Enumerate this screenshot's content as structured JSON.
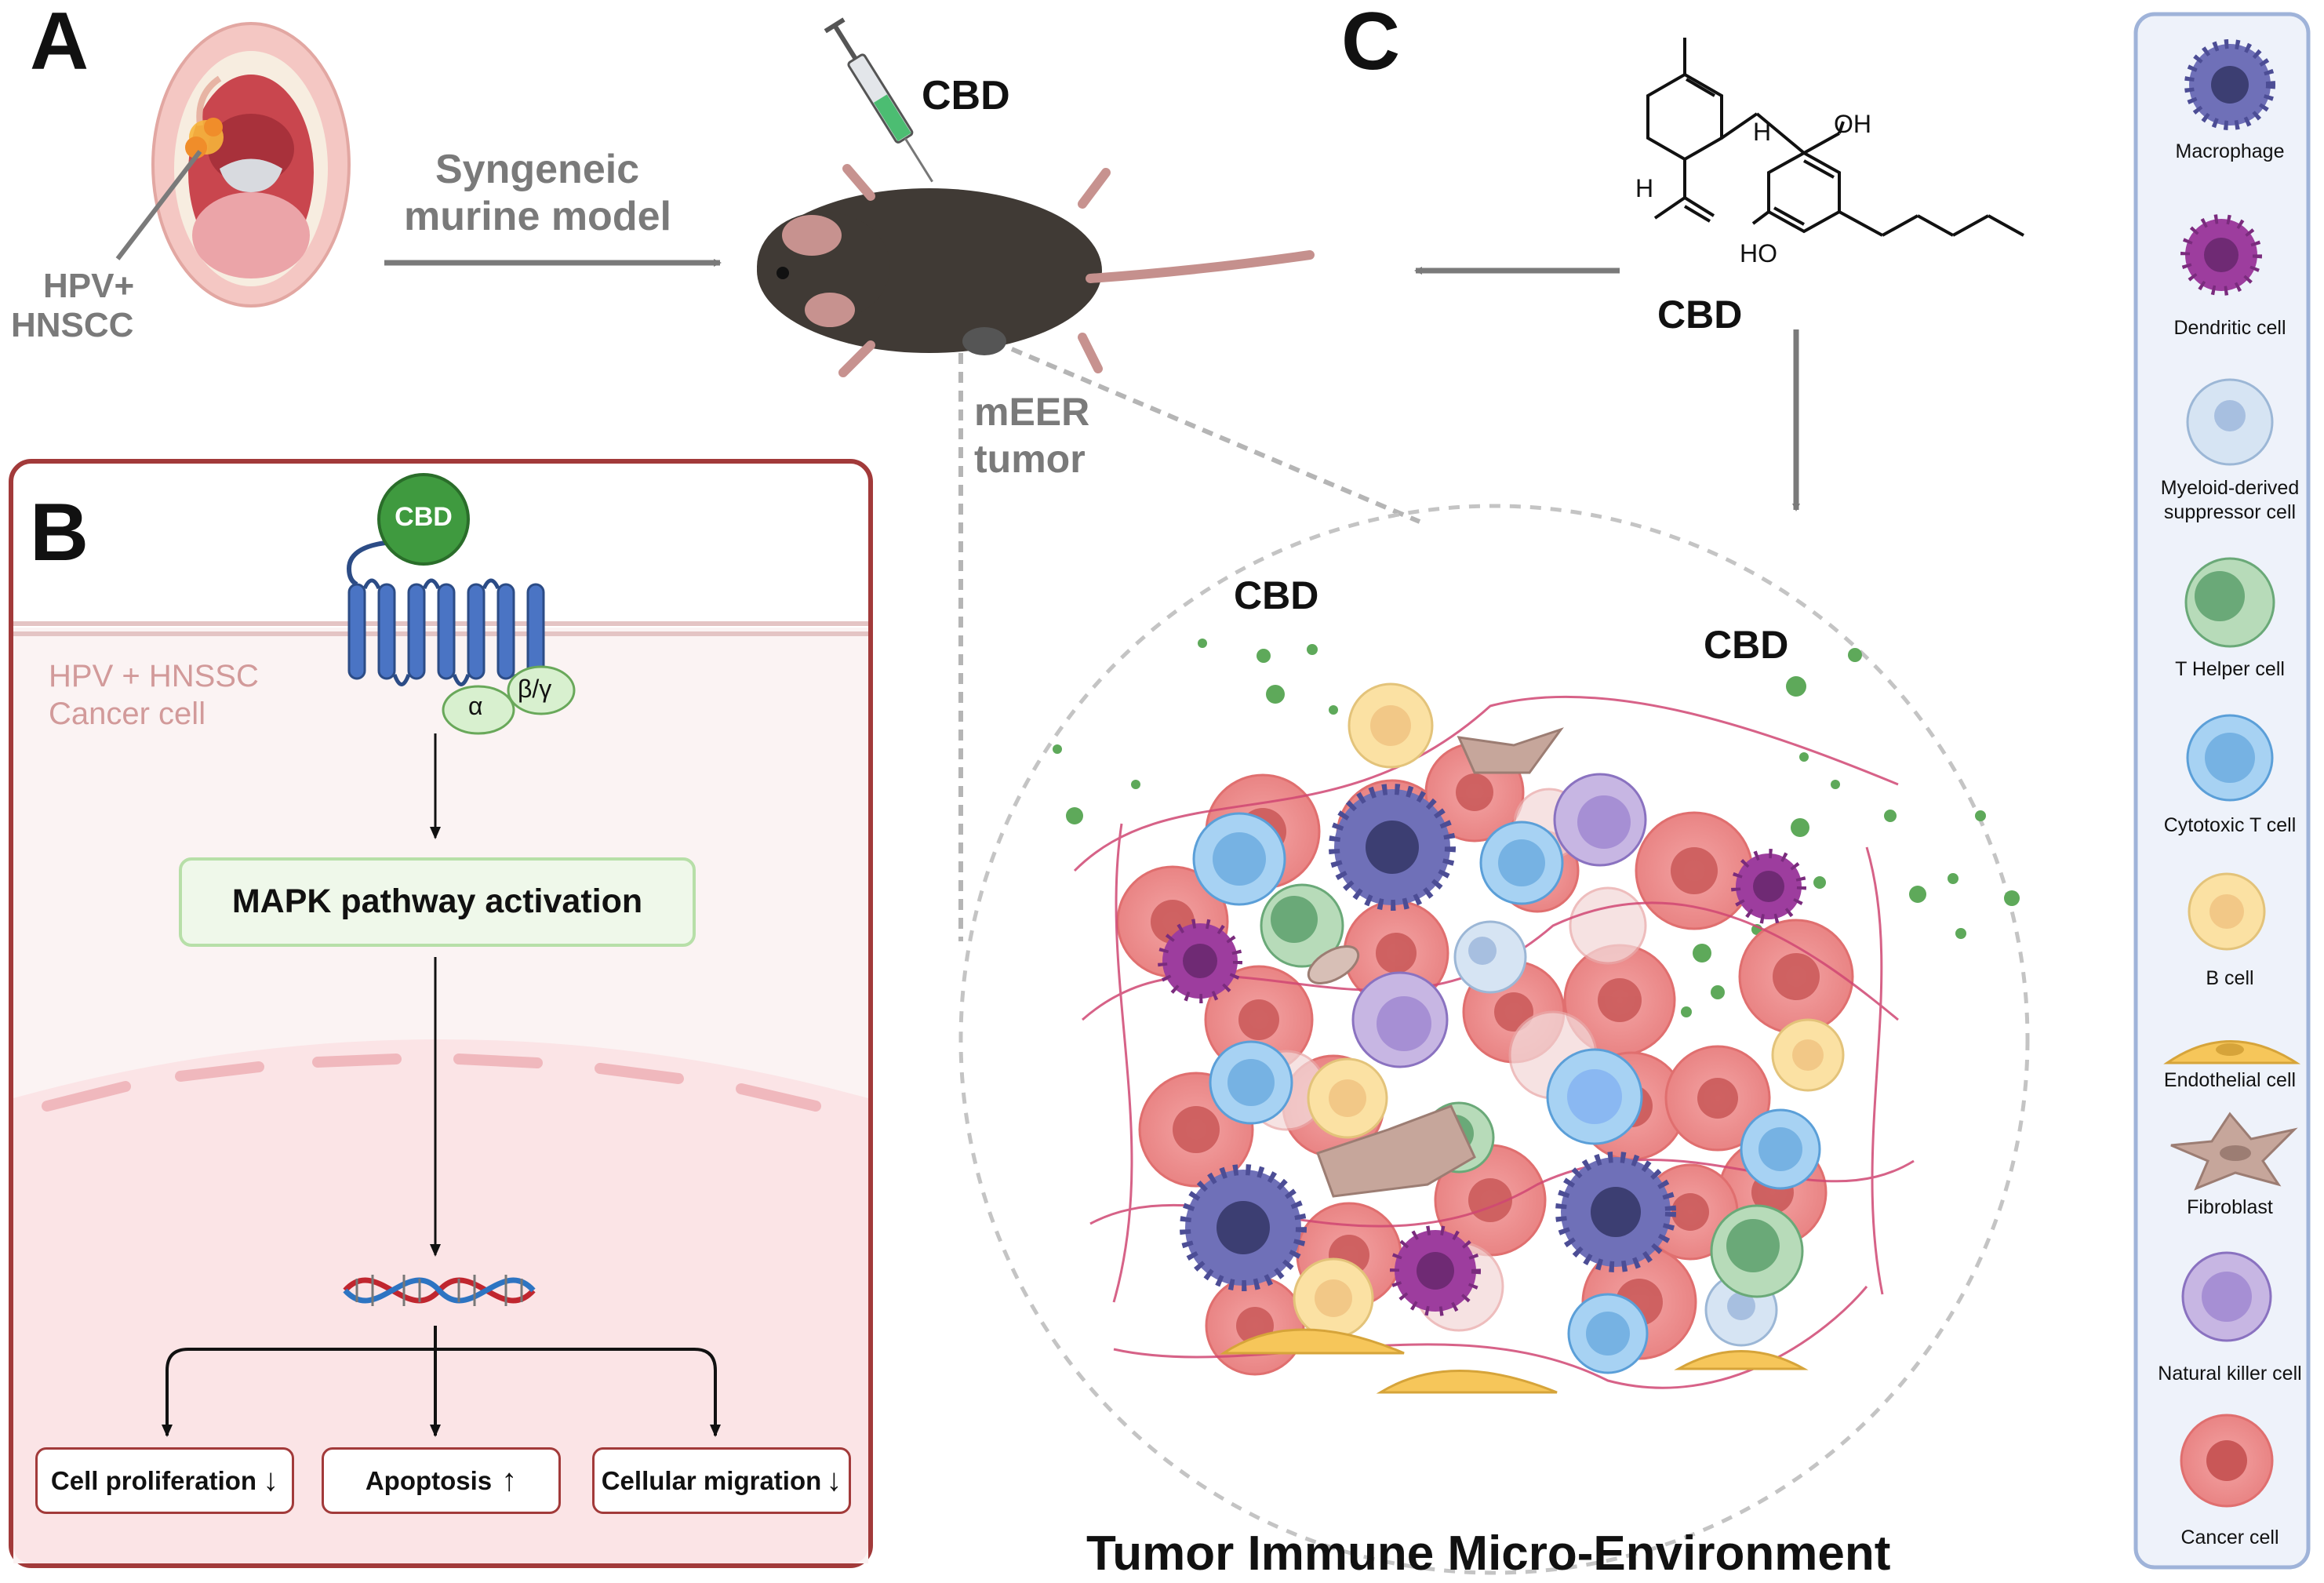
{
  "panels": {
    "a": {
      "letter": "A",
      "tumor_label_1": "HPV+",
      "tumor_label_2": "HNSCC",
      "arrow_label_1": "Syngeneic",
      "arrow_label_2": "murine model",
      "drug_label": "CBD",
      "tumor_site_label_1": "mEER",
      "tumor_site_label_2": "tumor"
    },
    "b": {
      "letter": "B",
      "ligand": "CBD",
      "cell_label_1": "HPV + HNSSC",
      "cell_label_2": "Cancer cell",
      "g_alpha": "α",
      "g_beta_gamma": "β/γ",
      "pathway": "MAPK pathway activation",
      "outcomes": [
        "Cell proliferation",
        "Apoptosis",
        "Cellular migration"
      ],
      "outcome_arrows": [
        "↓",
        "↑",
        "↓"
      ]
    },
    "c": {
      "letter": "C",
      "molecule_label": "CBD",
      "atom_oh_top": "OH",
      "atom_oh_bottom": "HO",
      "atom_h1": "H",
      "atom_h2": "H",
      "tme_cbd_1": "CBD",
      "tme_cbd_2": "CBD",
      "tme_title": "Tumor Immune Micro-Environment"
    }
  },
  "legend": {
    "items": [
      {
        "label": "Macrophage",
        "icon": "macrophage-icon"
      },
      {
        "label": "Dendritic cell",
        "icon": "dendritic-cell-icon"
      },
      {
        "label": "Myeloid-derived suppressor cell",
        "icon": "mdsc-icon"
      },
      {
        "label": "T Helper cell",
        "icon": "t-helper-cell-icon"
      },
      {
        "label": "Cytotoxic T cell",
        "icon": "cytotoxic-t-cell-icon"
      },
      {
        "label": "B cell",
        "icon": "b-cell-icon"
      },
      {
        "label": "Endothelial cell",
        "icon": "endothelial-cell-icon"
      },
      {
        "label": "Fibroblast",
        "icon": "fibroblast-icon"
      },
      {
        "label": "Natural killer cell",
        "icon": "nk-cell-icon"
      },
      {
        "label": "Cancer cell",
        "icon": "cancer-cell-icon"
      }
    ]
  },
  "colors": {
    "panel_b_border": "#a23a3a",
    "arrow_gray": "#7a7a7a",
    "cbd_green": "#3f9a3f",
    "receptor_blue": "#4a74c4",
    "legend_bg": "#eef2fa",
    "legend_border": "#9fb3d9"
  }
}
